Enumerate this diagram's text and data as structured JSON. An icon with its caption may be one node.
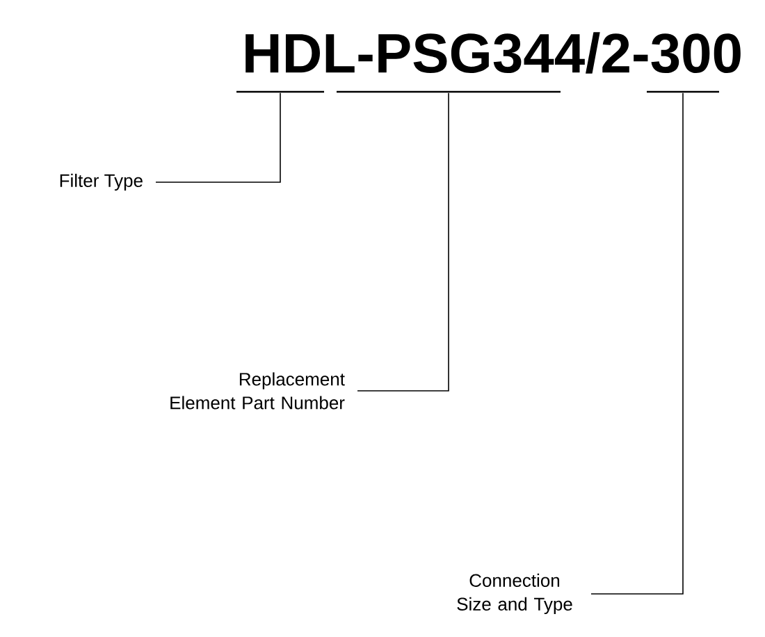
{
  "diagram": {
    "title": "HDL-PSG344/2-300",
    "nodes": [
      {
        "text": [
          "Filter Type"
        ]
      },
      {
        "text": [
          "Replacement Element Part Number"
        ]
      },
      {
        "text": [
          "Connection Size and Type"
        ]
      },
      {
        "text": [],
        "shape": "bar"
      },
      {
        "text": [],
        "shape": "bar"
      },
      {
        "text": [],
        "shape": "bar"
      }
    ],
    "edges": [
      {
        "from": 0,
        "to": 3,
        "arrow": "none"
      },
      {
        "from": 1,
        "to": 4,
        "arrow": "none"
      },
      {
        "from": 2,
        "to": 5,
        "arrow": "none"
      }
    ]
  }
}
